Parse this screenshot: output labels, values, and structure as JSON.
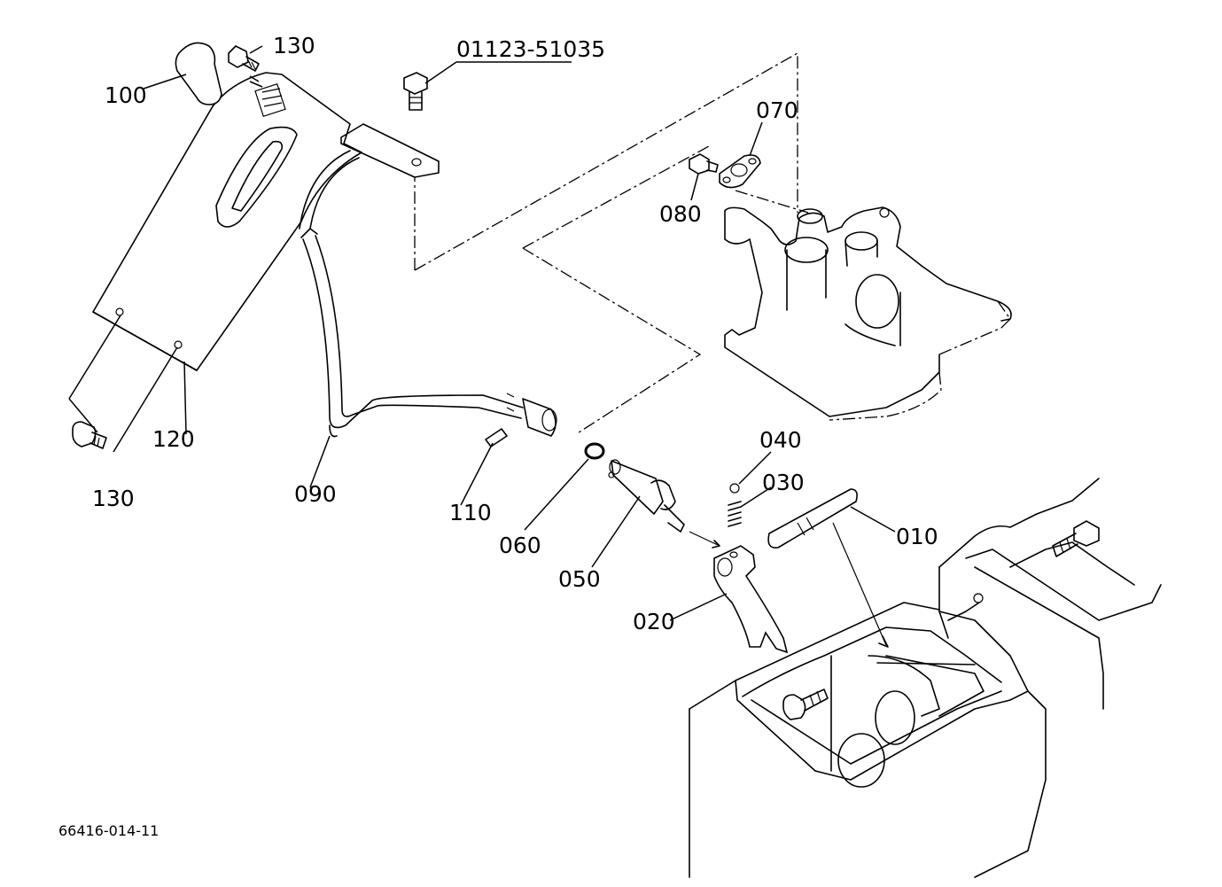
{
  "parts": {
    "p010": "010",
    "p020": "020",
    "p030": "030",
    "p040": "040",
    "p050": "050",
    "p060": "060",
    "p070": "070",
    "p080": "080",
    "p090": "090",
    "p100": "100",
    "p110": "110",
    "p120": "120",
    "p130_top": "130",
    "p130_bottom": "130",
    "bolt_part_number": "01123-51035"
  },
  "drawing_code": "66416-014-11"
}
